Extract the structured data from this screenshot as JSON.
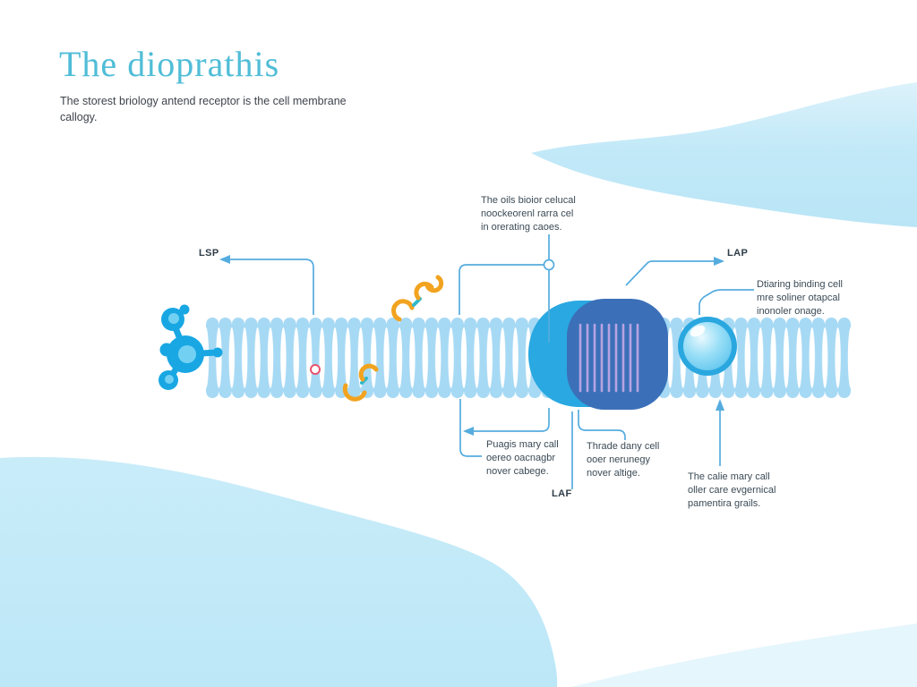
{
  "title": "The dioprathis",
  "subtitle": "The storest briology antend receptor is the cell membrane\ncallogy.",
  "labels": {
    "lsp": "LSP",
    "lap": "LAP",
    "laf": "LAF",
    "top_center": "The oils bioior celucal\nnoockeorenl rarra cel\nin orerating caoes.",
    "right": "Dtiaring binding cell\nmre soliner otapcal\ninonoler onage.",
    "bottom_left": "Puagis mary call\noereo oacnagbr\nnover cabege.",
    "bottom_center": "Thrade dany cell\nooer nerunegy\nnover altige.",
    "bottom_right": "The calie mary call\noller care evgernical\npamentira grails."
  },
  "icons": {
    "receptor_molecule": "ball-and-stick molecule, left of membrane",
    "ligand_squiggle_top": "orange chain squiggle above membrane",
    "ligand_squiggle_bottom": "orange S-squiggle in membrane",
    "ion_marker": "small red ring inside membrane",
    "transmembrane_protein": "cyan and dark-blue channel protein with purple stripes",
    "vesicle_sphere": "glossy blue sphere in membrane",
    "marker_circle": "open circle node on top-center leader line"
  },
  "colors": {
    "accent_teal": "#50BDD7",
    "leader_blue": "#55ACDE",
    "membrane_blue": "#A6D9F4",
    "protein_cyan": "#29A8E1",
    "protein_dark": "#3B70B8",
    "stripe_purple": "#B7A3E3",
    "ligand_orange": "#F2A31F",
    "ligand_teal": "#2FB9C9",
    "red_marker": "#E8536E",
    "background_blob": "#BFE7F7",
    "text_dark": "#3B4A55"
  }
}
